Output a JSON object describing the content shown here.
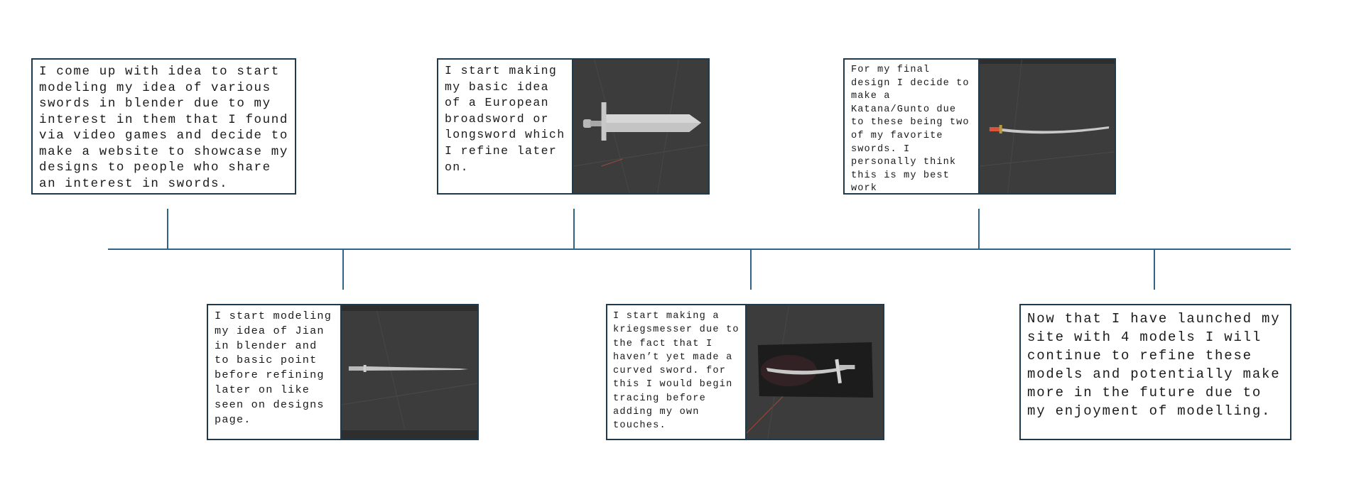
{
  "events": [
    {
      "text": "I come up with idea to start modeling my idea of various swords in blender due to my interest in them that I found via video games and decide to make a website to showcase my designs to people who share an interest in swords.",
      "image": null
    },
    {
      "text": "I start making my basic idea of a European broadsword or longsword which I refine later on.",
      "image": "broadsword-render"
    },
    {
      "text": "For my final design I decide to make a Katana/Gunto due to these being two of my favorite swords. I personally think this is my best work",
      "image": "katana-render"
    },
    {
      "text": "I start modeling my idea of Jian in blender and to basic point before refining later on like seen on designs page.",
      "image": "jian-render"
    },
    {
      "text": "I start making a kriegsmesser due to the fact that I haven’t yet made a curved sword. for this I would begin tracing before adding my own touches.",
      "image": "kriegsmesser-render"
    },
    {
      "text": "Now that I have launched my site with 4 models I will continue to refine these models and potentially make more in the future due to my enjoyment of modelling.",
      "image": null
    }
  ],
  "colors": {
    "axis": "#2d6488",
    "card_border": "#1e3a4c",
    "viewport_bg": "#3c3c3c"
  }
}
